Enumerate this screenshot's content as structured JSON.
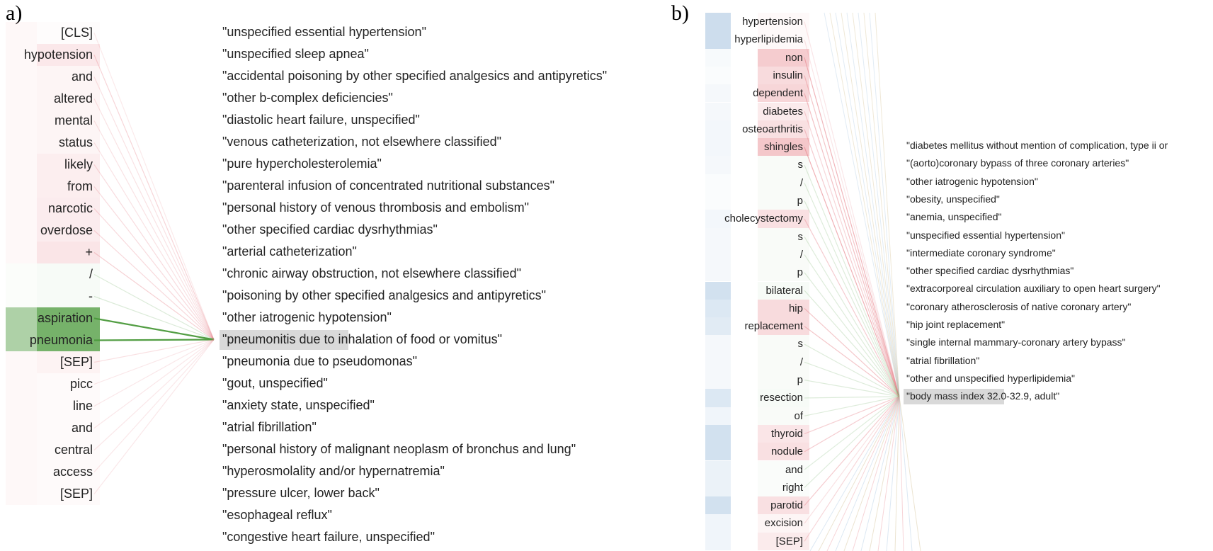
{
  "panel_a": {
    "label": "a)",
    "tokens": [
      "[CLS]",
      "hypotension",
      "and",
      "altered",
      "mental",
      "status",
      "likely",
      "from",
      "narcotic",
      "overdose",
      "+",
      "/",
      "-",
      "aspiration",
      "pneumonia",
      "[SEP]",
      "picc",
      "line",
      "and",
      "central",
      "access",
      "[SEP]"
    ],
    "token_weights": [
      0.03,
      0.22,
      0.1,
      0.1,
      0.1,
      0.1,
      0.16,
      0.16,
      0.18,
      0.18,
      0.25,
      0.05,
      0.05,
      0.9,
      0.9,
      0.12,
      0.05,
      0.05,
      0.05,
      0.05,
      0.05,
      0.05
    ],
    "token_colors": [
      "red",
      "red",
      "red",
      "red",
      "red",
      "red",
      "red",
      "red",
      "red",
      "red",
      "red",
      "green",
      "green",
      "green",
      "green",
      "red",
      "red",
      "red",
      "red",
      "red",
      "red",
      "red"
    ],
    "labels": [
      "\"unspecified essential hypertension\"",
      "\"unspecified sleep apnea\"",
      "\"accidental poisoning by other specified analgesics and antipyretics\"",
      "\"other b-complex deficiencies\"",
      "\"diastolic heart failure, unspecified\"",
      "\"venous catheterization, not elsewhere classified\"",
      "\"pure hypercholesterolemia\"",
      "\"parenteral infusion of concentrated nutritional substances\"",
      "\"personal history of venous thrombosis and embolism\"",
      "\"other specified cardiac dysrhythmias\"",
      "\"arterial catheterization\"",
      "\"chronic airway obstruction, not elsewhere classified\"",
      "\"poisoning by other specified analgesics and antipyretics\"",
      "\"other iatrogenic hypotension\"",
      "\"pneumonitis due to inhalation of food or vomitus\"",
      "\"pneumonia due to pseudomonas\"",
      "\"gout, unspecified\"",
      "\"anxiety state, unspecified\"",
      "\"atrial fibrillation\"",
      "\"personal history of malignant neoplasm of bronchus and lung\"",
      "\"hyperosmolality and/or hypernatremia\"",
      "\"pressure ulcer, lower back\"",
      "\"esophageal reflux\"",
      "\"congestive heart failure, unspecified\""
    ],
    "selected_label_index": 14
  },
  "panel_b": {
    "label": "b)",
    "tokens": [
      "hypertension",
      "hyperlipidemia",
      "non",
      "insulin",
      "dependent",
      "diabetes",
      "osteoarthritis",
      "shingles",
      "s",
      "/",
      "p",
      "cholecystectomy",
      "s",
      "/",
      "p",
      "bilateral",
      "hip",
      "replacement",
      "s",
      "/",
      "p",
      "resection",
      "of",
      "thyroid",
      "nodule",
      "and",
      "right",
      "parotid",
      "excision",
      "[SEP]"
    ],
    "token_weights": [
      0.06,
      0.06,
      0.5,
      0.35,
      0.4,
      0.2,
      0.3,
      0.55,
      0.04,
      0.04,
      0.04,
      0.3,
      0.04,
      0.04,
      0.04,
      0.05,
      0.35,
      0.35,
      0.04,
      0.04,
      0.04,
      0.05,
      0.04,
      0.25,
      0.3,
      0.03,
      0.03,
      0.3,
      0.1,
      0.2
    ],
    "token_colors": [
      "red",
      "red",
      "red",
      "red",
      "red",
      "red",
      "red",
      "red",
      "green",
      "green",
      "green",
      "red",
      "green",
      "green",
      "green",
      "green",
      "red",
      "red",
      "green",
      "green",
      "green",
      "green",
      "green",
      "red",
      "red",
      "green",
      "green",
      "red",
      "red",
      "red"
    ],
    "side_weights": [
      0.5,
      0.5,
      0.08,
      0.05,
      0.1,
      0.1,
      0.12,
      0.12,
      0.1,
      0.05,
      0.05,
      0.12,
      0.1,
      0.1,
      0.1,
      0.45,
      0.35,
      0.3,
      0.1,
      0.1,
      0.1,
      0.35,
      0.15,
      0.45,
      0.45,
      0.2,
      0.2,
      0.45,
      0.15,
      0.15
    ],
    "labels": [
      "\"diabetes mellitus without mention of complication, type ii or",
      "\"(aorto)coronary bypass of three coronary arteries\"",
      "\"other iatrogenic hypotension\"",
      "\"obesity, unspecified\"",
      "\"anemia, unspecified\"",
      "\"unspecified essential hypertension\"",
      "\"intermediate coronary syndrome\"",
      "\"other specified cardiac dysrhythmias\"",
      "\"extracorporeal circulation auxiliary to open heart surgery\"",
      "\"coronary atherosclerosis of native coronary artery\"",
      "\"hip joint replacement\"",
      "\"single internal mammary-coronary artery bypass\"",
      "\"atrial fibrillation\"",
      "\"other and unspecified hyperlipidemia\"",
      "\"body mass index 32.0-32.9, adult\""
    ],
    "selected_label_index": 14
  },
  "colors": {
    "red": "#e8868e",
    "green": "#4c9a3c",
    "blue": "#9bbcdc",
    "highlight": "#d9d9d9"
  }
}
